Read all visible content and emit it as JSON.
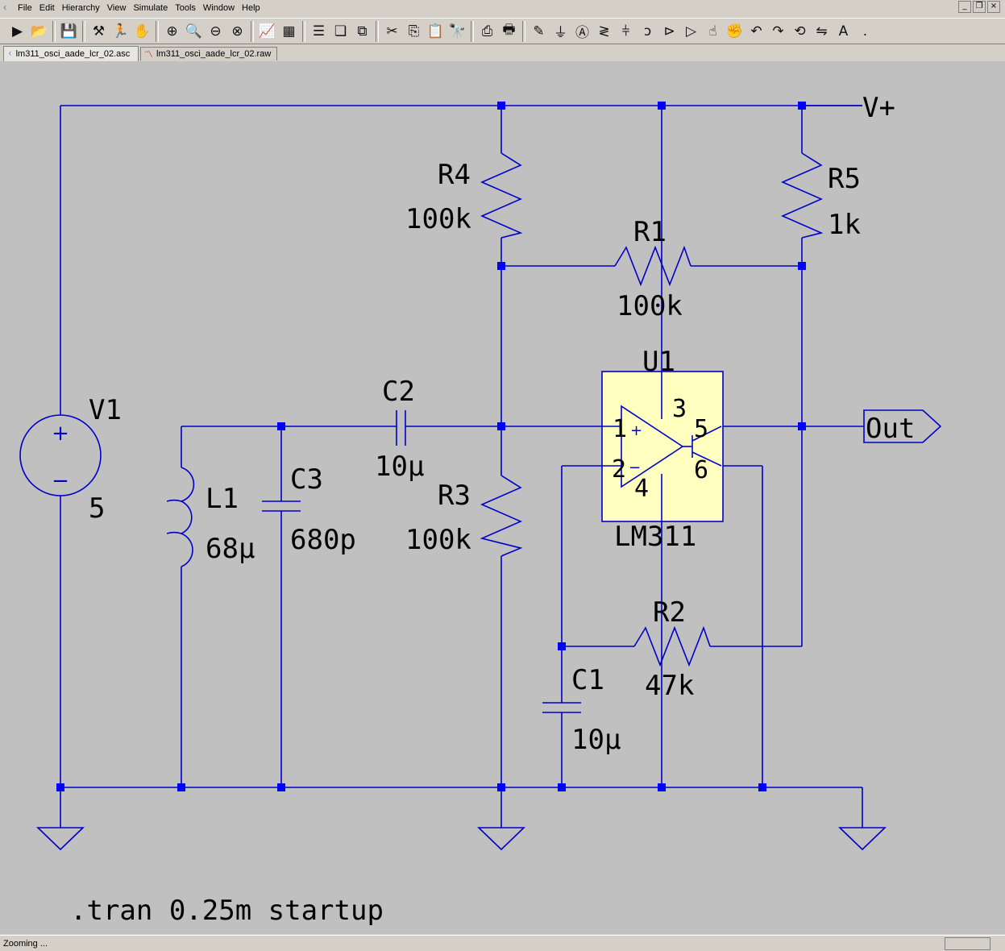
{
  "menu": {
    "items": [
      "File",
      "Edit",
      "Hierarchy",
      "View",
      "Simulate",
      "Tools",
      "Window",
      "Help"
    ]
  },
  "window": {
    "minimize": "_",
    "restore": "❐",
    "close": "×"
  },
  "tabs": [
    {
      "label": "lm311_osci_aade_lcr_02.asc",
      "icon": "schematic-icon"
    },
    {
      "label": "lm311_osci_aade_lcr_02.raw",
      "icon": "waveform-icon"
    }
  ],
  "schematic": {
    "V1": {
      "name": "V1",
      "value": "5"
    },
    "L1": {
      "name": "L1",
      "value": "68µ"
    },
    "C3": {
      "name": "C3",
      "value": "680p"
    },
    "C2": {
      "name": "C2",
      "value": "10µ"
    },
    "R4": {
      "name": "R4",
      "value": "100k"
    },
    "R3": {
      "name": "R3",
      "value": "100k"
    },
    "R1": {
      "name": "R1",
      "value": "100k"
    },
    "R5": {
      "name": "R5",
      "value": "1k"
    },
    "R2": {
      "name": "R2",
      "value": "47k"
    },
    "C1": {
      "name": "C1",
      "value": "10µ"
    },
    "U1": {
      "name": "U1",
      "value": "LM311",
      "pin1": "1",
      "pin2": "2",
      "pin3": "3",
      "pin4": "4",
      "pin5": "5",
      "pin6": "6",
      "plus": "+",
      "minus": "−"
    },
    "vplus": "V+",
    "out": "Out",
    "directive": ".tran 0.25m startup",
    "v1_plus": "+",
    "v1_minus": "−"
  },
  "status": {
    "text": "Zooming ..."
  },
  "colors": {
    "wire": "#0000c8",
    "junction": "#0000ff",
    "canvas": "#c0c0c0",
    "opamp_fill": "#ffffc0"
  }
}
